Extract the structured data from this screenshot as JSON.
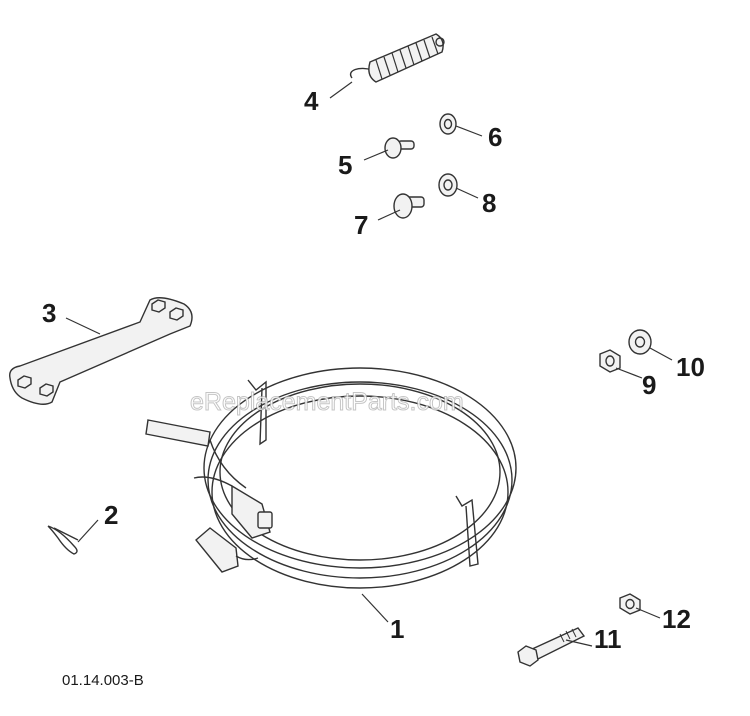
{
  "callouts": [
    {
      "id": "1",
      "text": "1"
    },
    {
      "id": "2",
      "text": "2"
    },
    {
      "id": "3",
      "text": "3"
    },
    {
      "id": "4",
      "text": "4"
    },
    {
      "id": "5",
      "text": "5"
    },
    {
      "id": "6",
      "text": "6"
    },
    {
      "id": "7",
      "text": "7"
    },
    {
      "id": "8",
      "text": "8"
    },
    {
      "id": "9",
      "text": "9"
    },
    {
      "id": "10",
      "text": "10"
    },
    {
      "id": "11",
      "text": "11"
    },
    {
      "id": "12",
      "text": "12"
    }
  ],
  "watermark": "eReplacementParts.com",
  "diagram_code": "01.14.003-B"
}
